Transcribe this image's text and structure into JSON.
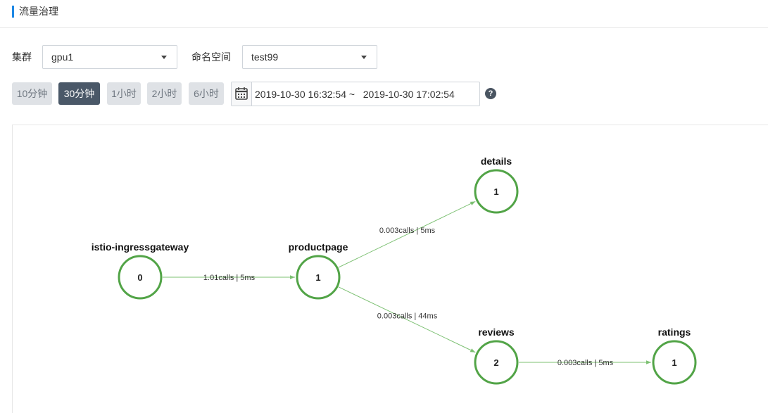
{
  "header": {
    "title": "流量治理"
  },
  "filters": {
    "cluster_label": "集群",
    "cluster_value": "gpu1",
    "namespace_label": "命名空间",
    "namespace_value": "test99"
  },
  "time_ranges": [
    {
      "label": "10分钟",
      "active": false
    },
    {
      "label": "30分钟",
      "active": true
    },
    {
      "label": "1小时",
      "active": false
    },
    {
      "label": "2小时",
      "active": false
    },
    {
      "label": "6小时",
      "active": false
    }
  ],
  "date_range": {
    "start": "2019-10-30 16:32:54",
    "separator": "~",
    "end": "2019-10-30 17:02:54"
  },
  "help": {
    "glyph": "?"
  },
  "colors": {
    "node_stroke": "#52a447",
    "edge": "#7cc072",
    "accent": "#1e88e5",
    "active_button": "#4a5868"
  },
  "graph": {
    "nodes": [
      {
        "id": "istio-ingressgateway",
        "name": "istio-ingressgateway",
        "count": "0"
      },
      {
        "id": "productpage",
        "name": "productpage",
        "count": "1"
      },
      {
        "id": "details",
        "name": "details",
        "count": "1"
      },
      {
        "id": "reviews",
        "name": "reviews",
        "count": "2"
      },
      {
        "id": "ratings",
        "name": "ratings",
        "count": "1"
      }
    ],
    "edges": [
      {
        "from": "istio-ingressgateway",
        "to": "productpage",
        "label": "1.01calls | 5ms"
      },
      {
        "from": "productpage",
        "to": "details",
        "label": "0.003calls | 5ms"
      },
      {
        "from": "productpage",
        "to": "reviews",
        "label": "0.003calls | 44ms"
      },
      {
        "from": "reviews",
        "to": "ratings",
        "label": "0.003calls | 5ms"
      }
    ]
  }
}
